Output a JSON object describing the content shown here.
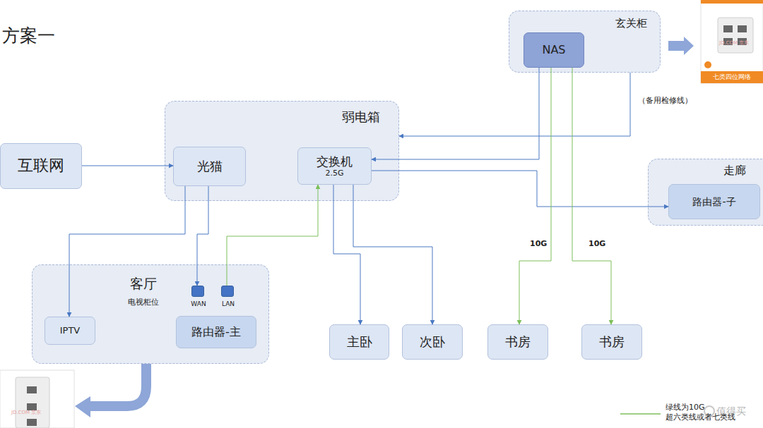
{
  "diagram": {
    "title": "方案一",
    "nodes": [
      {
        "text": [
          "互联网"
        ]
      },
      {
        "text": [
          "弱电箱"
        ]
      },
      {
        "text": [
          "光猫"
        ],
        "in": 1
      },
      {
        "text": [
          "交换机",
          "2.5G"
        ],
        "in": 1
      },
      {
        "text": [
          "玄关柜"
        ]
      },
      {
        "text": [
          "NAS"
        ],
        "in": 4
      },
      {
        "text": [
          "走廊"
        ]
      },
      {
        "text": [
          "路由器-子"
        ],
        "in": 6
      },
      {
        "text": [
          "客厅",
          "电视柜位"
        ]
      },
      {
        "text": [
          "WAN"
        ],
        "in": 8
      },
      {
        "text": [
          "LAN"
        ],
        "in": 8
      },
      {
        "text": [
          "IPTV"
        ],
        "in": 8
      },
      {
        "text": [
          "路由器-主"
        ],
        "in": 8
      },
      {
        "text": [
          "主卧"
        ]
      },
      {
        "text": [
          "次卧"
        ]
      },
      {
        "text": [
          "书房"
        ]
      },
      {
        "text": [
          "书房"
        ]
      }
    ],
    "edges": [
      {
        "from": 0,
        "to": 2,
        "arrow": "to"
      },
      {
        "from": 2,
        "to": 11,
        "arrow": "to"
      },
      {
        "from": 2,
        "to": 9,
        "arrow": "to"
      },
      {
        "from": 10,
        "to": 3,
        "arrow": "to"
      },
      {
        "from": 3,
        "to": 13,
        "arrow": "to"
      },
      {
        "from": 3,
        "to": 14,
        "arrow": "to"
      },
      {
        "from": 5,
        "to": 3,
        "arrow": "to"
      },
      {
        "from": 4,
        "to": 1,
        "label": "（备用检修线）",
        "arrow": "to"
      },
      {
        "from": 3,
        "to": 7,
        "arrow": "to"
      },
      {
        "from": 5,
        "to": 15,
        "label": "10G",
        "arrow": "to"
      },
      {
        "from": 5,
        "to": 16,
        "label": "10G",
        "arrow": "to"
      }
    ],
    "labels": [
      "七类四位网络",
      "JD.COM 京东",
      "JD.COM 京东",
      "值得买"
    ],
    "legend": [
      {
        "text": "绿线为10G 超六类线或者七类线"
      }
    ]
  }
}
